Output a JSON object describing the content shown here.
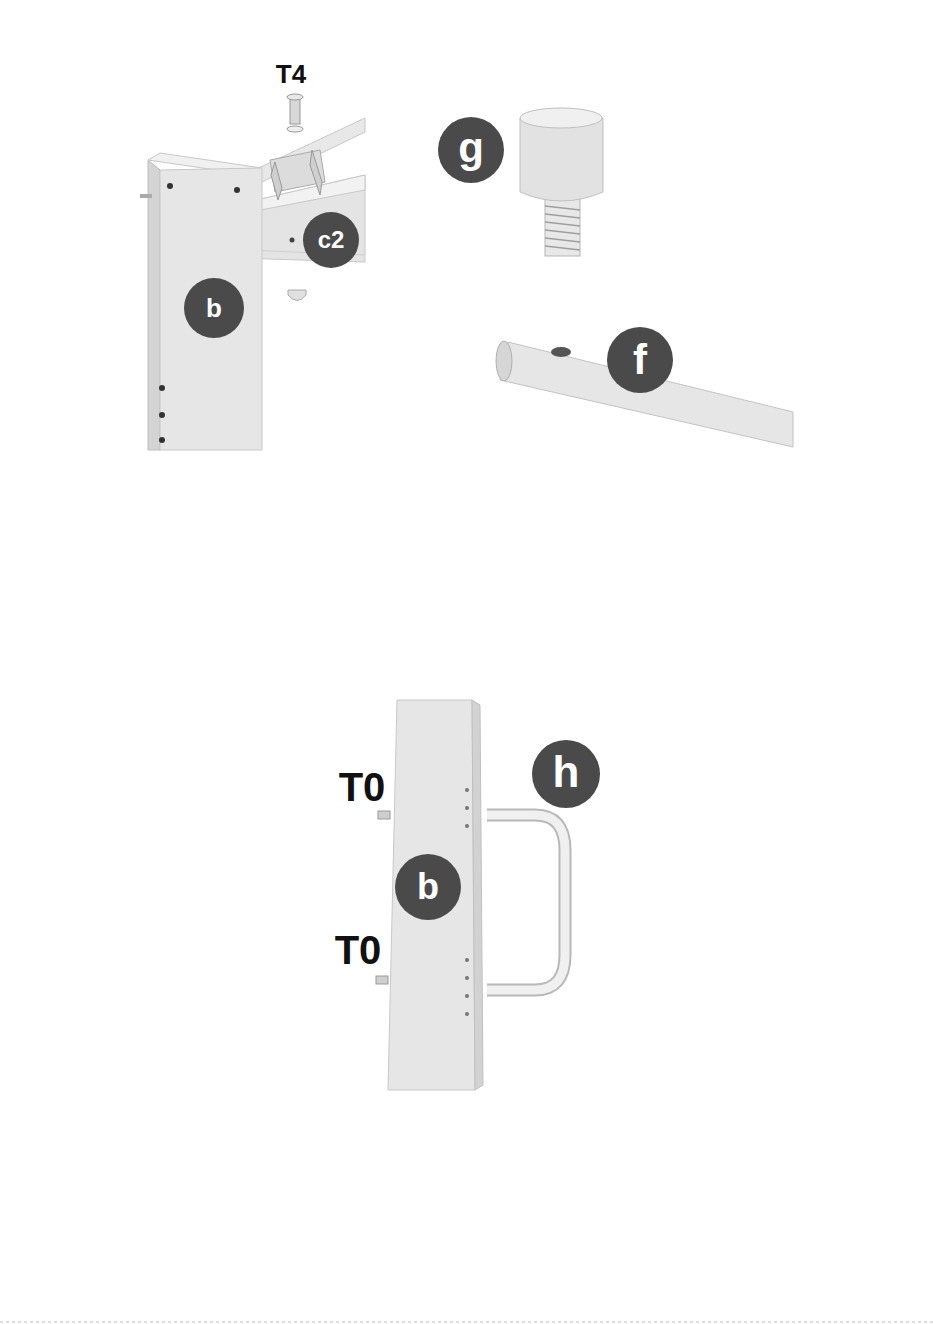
{
  "diagram": {
    "labels": [
      "T4",
      "g",
      "c2",
      "b",
      "f",
      "h",
      "T0",
      "b",
      "T0"
    ]
  }
}
